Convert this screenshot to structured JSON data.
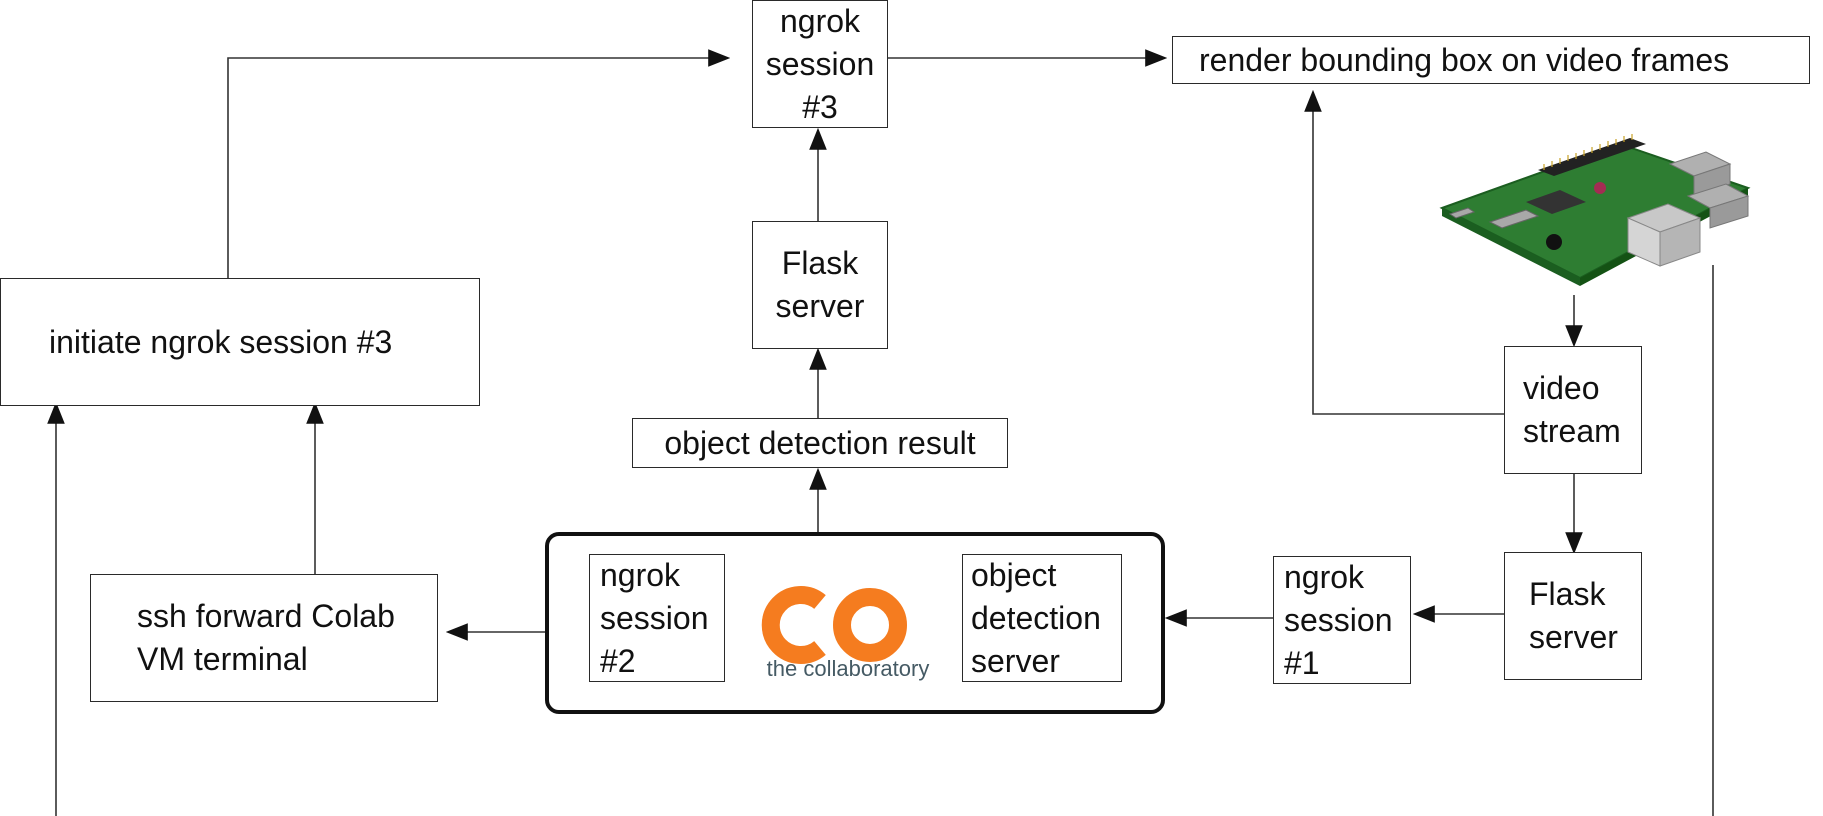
{
  "nodes": {
    "ngrok_session_3": "ngrok\nsession\n#3",
    "render_bbox": "render bounding box on video frames",
    "flask_server_top": "Flask\nserver",
    "initiate_ngrok": "initiate ngrok session #3",
    "object_detection_result": "object detection result",
    "ssh_forward": "ssh forward Colab\nVM terminal",
    "ngrok_session_2": "ngrok\nsession\n#2",
    "object_detection_server": "object\ndetection\nserver",
    "ngrok_session_1": "ngrok\nsession\n#1",
    "flask_server_right": "Flask\nserver",
    "video_stream": "video\nstream"
  },
  "colab_logo": {
    "mark": "CO",
    "caption": "the collaboratory",
    "color": "#F57C1F",
    "caption_color": "#455A64"
  },
  "raspberry_pi": {
    "icon": "raspberry-pi-board-icon",
    "board_color": "#2E7D32"
  },
  "colors": {
    "line": "#333333",
    "text": "#111111"
  }
}
